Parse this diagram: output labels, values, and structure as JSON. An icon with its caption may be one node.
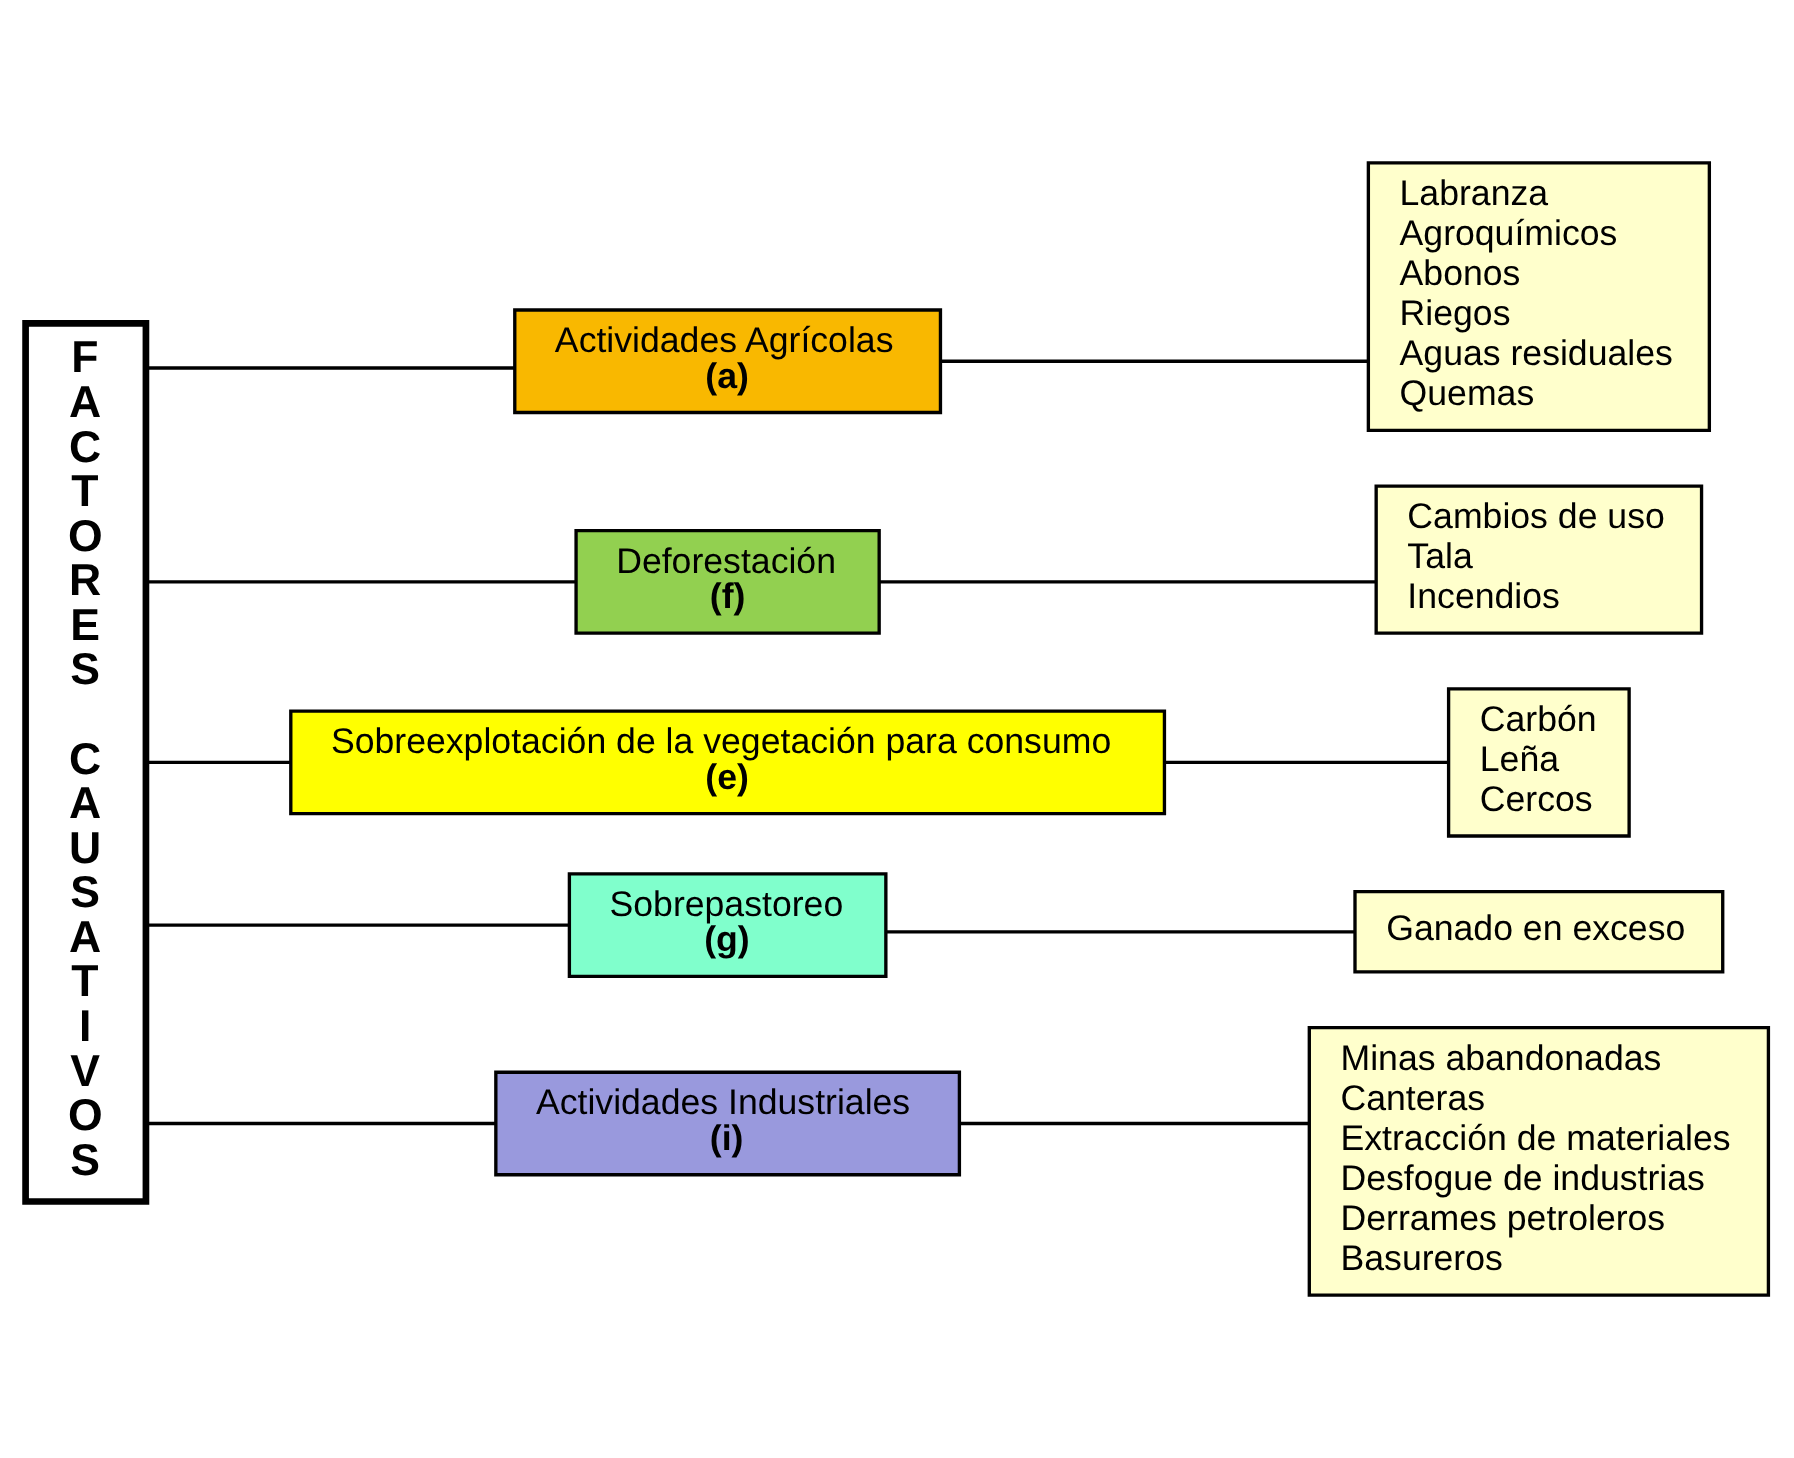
{
  "diagram": {
    "nodes": [
      {
        "text": [
          "FACTORES CAUSATIVOS"
        ]
      },
      {
        "text": [
          "Actividades Agrícolas",
          "(a)"
        ]
      },
      {
        "text": [
          "Labranza",
          "Agroquímicos",
          "Abonos",
          "Riegos",
          "Aguas residuales",
          "Quemas"
        ]
      },
      {
        "text": [
          "Deforestación",
          "(f)"
        ]
      },
      {
        "text": [
          "Cambios de uso",
          "Tala",
          "Incendios"
        ]
      },
      {
        "text": [
          "Sobreexplotación de la vegetación para consumo",
          "(e)"
        ]
      },
      {
        "text": [
          "Carbón",
          "Leña",
          "Cercos"
        ]
      },
      {
        "text": [
          "Sobrepastoreo",
          "(g)"
        ]
      },
      {
        "text": [
          "Ganado en exceso"
        ]
      },
      {
        "text": [
          "Actividades Industriales",
          "(i)"
        ]
      },
      {
        "text": [
          "Minas abandonadas",
          "Canteras",
          "Extracción de materiales",
          "Desfogue de industrias",
          "Derrames petroleros",
          "Basureros"
        ]
      }
    ],
    "edges": [
      {
        "from": 0,
        "to": 1,
        "arrow": "none"
      },
      {
        "from": 1,
        "to": 2,
        "arrow": "none"
      },
      {
        "from": 0,
        "to": 3,
        "arrow": "none"
      },
      {
        "from": 3,
        "to": 4,
        "arrow": "none"
      },
      {
        "from": 0,
        "to": 5,
        "arrow": "none"
      },
      {
        "from": 5,
        "to": 6,
        "arrow": "none"
      },
      {
        "from": 0,
        "to": 7,
        "arrow": "none"
      },
      {
        "from": 7,
        "to": 8,
        "arrow": "none"
      },
      {
        "from": 0,
        "to": 9,
        "arrow": "none"
      },
      {
        "from": 9,
        "to": 10,
        "arrow": "none"
      }
    ]
  }
}
